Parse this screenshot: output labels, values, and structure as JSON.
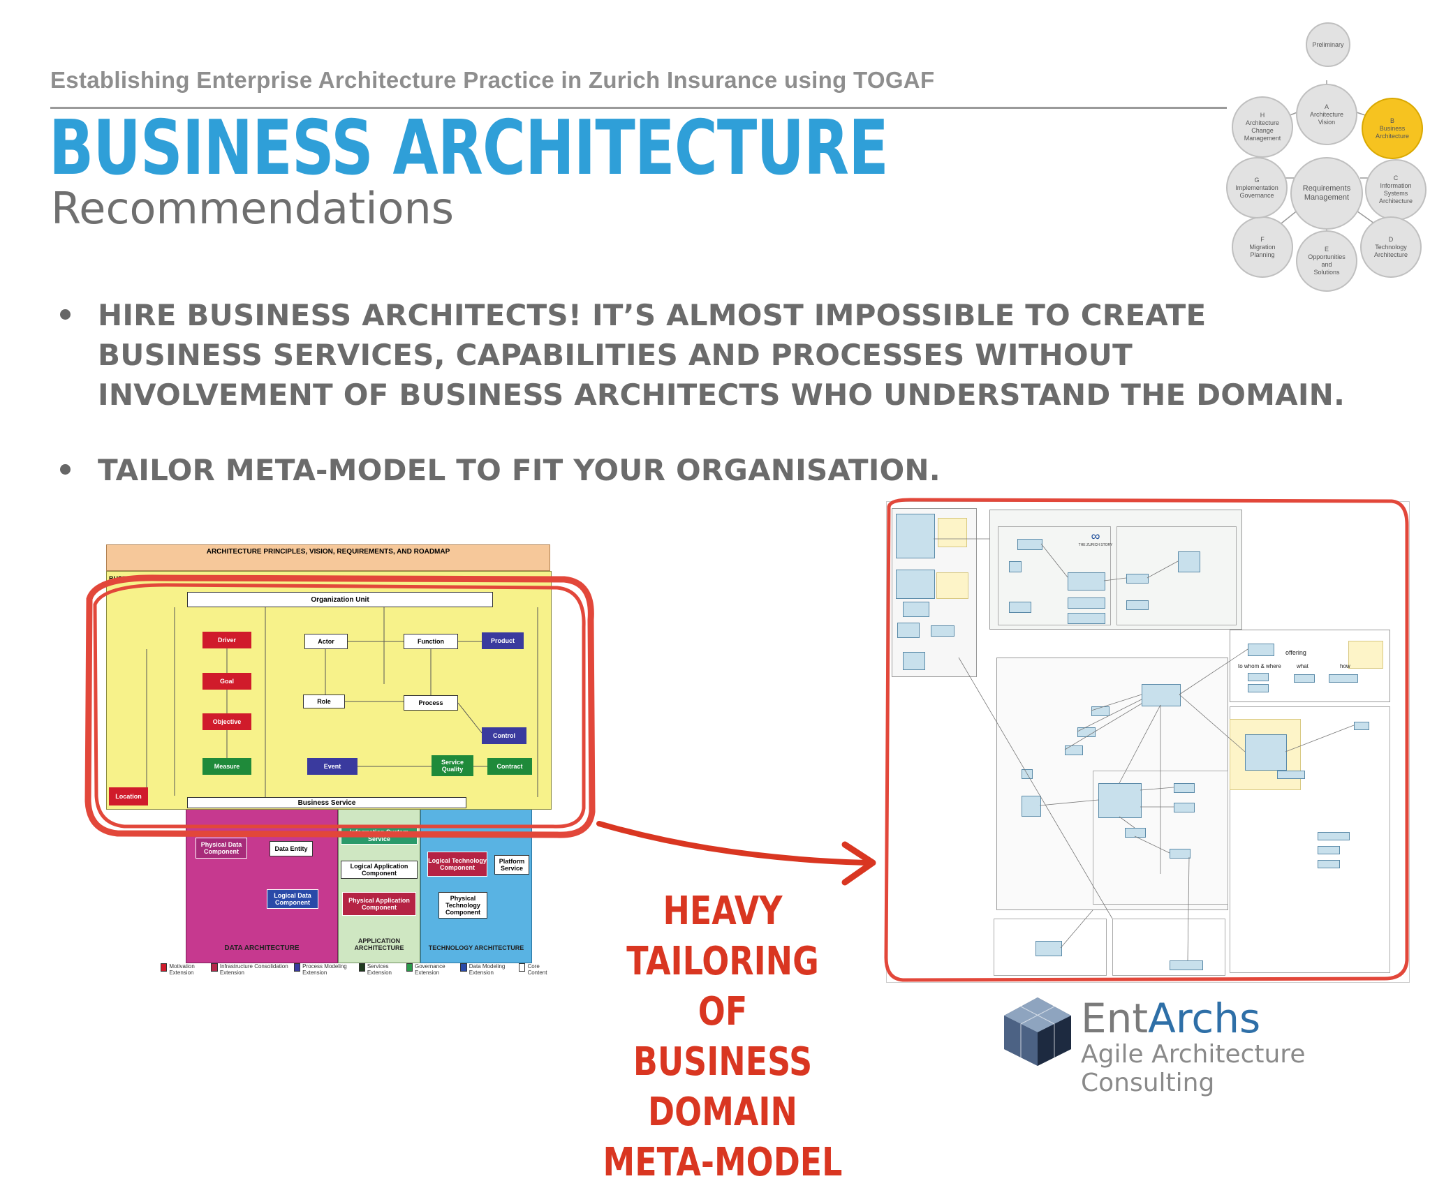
{
  "header": {
    "context": "Establishing Enterprise Architecture Practice in Zurich Insurance using TOGAF",
    "title": "BUSINESS ARCHITECTURE",
    "subtitle": "Recommendations"
  },
  "bullets": [
    "HIRE BUSINESS ARCHITECTS! IT’S ALMOST IMPOSSIBLE TO CREATE BUSINESS SERVICES, CAPABILITIES AND PROCESSES WITHOUT INVOLVEMENT  OF BUSINESS ARCHITECTS WHO UNDERSTAND THE DOMAIN.",
    "TAILOR META-MODEL TO FIT YOUR ORGANISATION."
  ],
  "adm_cycle": {
    "preliminary": "Preliminary",
    "a": "A\nArchitecture\nVision",
    "b": "B\nBusiness\nArchitecture",
    "c": "C\nInformation\nSystems\nArchitecture",
    "d": "D\nTechnology\nArchitecture",
    "e": "E\nOpportunities\nand\nSolutions",
    "f": "F\nMigration\nPlanning",
    "g": "G\nImplementation\nGovernance",
    "h": "H\nArchitecture\nChange\nManagement",
    "center": "Requirements\nManagement",
    "highlight_color": "#f6c320"
  },
  "metamodel": {
    "top_banner": "ARCHITECTURE PRINCIPLES, VISION, REQUIREMENTS, AND ROADMAP",
    "business_label": "BUSINESS ARCHITECTURE",
    "org_unit": "Organization Unit",
    "driver": "Driver",
    "goal": "Goal",
    "objective": "Objective",
    "measure": "Measure",
    "actor": "Actor",
    "function": "Function",
    "product": "Product",
    "role": "Role",
    "process": "Process",
    "control": "Control",
    "event": "Event",
    "service_quality": "Service Quality",
    "contract": "Contract",
    "location": "Location",
    "business_service": "Business Service",
    "is_service": "Information System Service",
    "physical_data": "Physical Data Component",
    "data_entity": "Data Entity",
    "logical_data": "Logical Data Component",
    "logical_app": "Logical Application Component",
    "physical_app": "Physical Application Component",
    "logical_tech": "Logical Technology Component",
    "physical_tech": "Physical Technology Component",
    "platform_service": "Platform Service",
    "data_arch": "DATA ARCHITECTURE",
    "app_arch": "APPLICATION ARCHITECTURE",
    "tech_arch": "TECHNOLOGY ARCHITECTURE",
    "legend": [
      "Motivation Extension",
      "Infrastructure Consolidation Extension",
      "Process Modeling Extension",
      "Services Extension",
      "Governance Extension",
      "Data Modeling Extension",
      "Core Content"
    ],
    "legend_colors": [
      "#d01b2b",
      "#b5284a",
      "#3a3a9e",
      "#1f3b1f",
      "#2a9a4a",
      "#2a4aa8",
      "#ffffff"
    ]
  },
  "callout": {
    "lines": [
      "HEAVY TAILORING OF",
      "BUSINESS DOMAIN",
      "META-MODEL"
    ],
    "color": "#d93621"
  },
  "uml": {
    "labels": [
      "offering",
      "to whom & where",
      "what",
      "how",
      "THE ZURICH STORY"
    ]
  },
  "branding": {
    "name_prefix": "Ent",
    "name_suffix": "Archs",
    "tagline": "Agile Architecture Consulting"
  }
}
